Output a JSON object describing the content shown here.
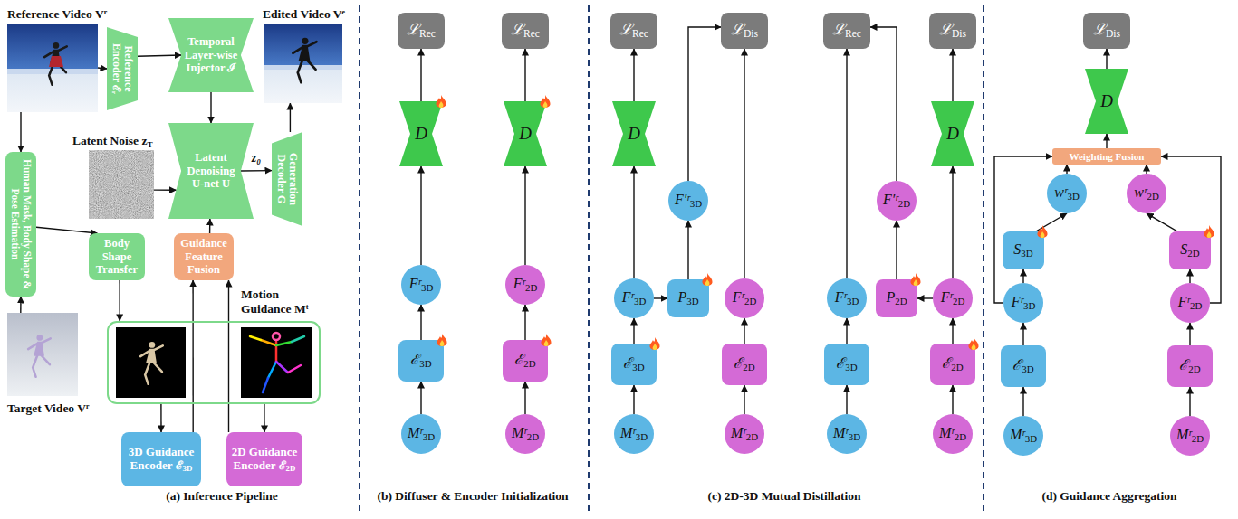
{
  "diagram": {
    "nodes": [
      {
        "text": [
          "Reference Video Vʳ"
        ]
      },
      {
        "text": [
          "Reference Encoder ℰᵣ"
        ]
      },
      {
        "text": [
          "Temporal Layer-wise Injector ℐ"
        ]
      },
      {
        "text": [
          "Edited Video Vᵉ"
        ]
      },
      {
        "text": [
          "Human Mask, Body Shape & Pose Estimation"
        ]
      },
      {
        "text": [
          "Latent Noise zT"
        ]
      },
      {
        "text": [
          "Latent Denoising U-net U"
        ]
      },
      {
        "text": [
          "Generation Decoder G"
        ]
      },
      {
        "text": [
          "Body Shape Transfer"
        ]
      },
      {
        "text": [
          "Guidance Feature Fusion"
        ]
      },
      {
        "text": [
          "Motion Guidance Mᵗ"
        ]
      },
      {
        "text": [
          "Target Video Vʳ"
        ]
      },
      {
        "text": [
          "3D Guidance Encoder ℰ3D"
        ]
      },
      {
        "text": [
          "2D Guidance Encoder ℰ2D"
        ]
      },
      {
        "text": [
          "ℒRec"
        ]
      },
      {
        "text": [
          "ℒRec"
        ]
      },
      {
        "text": [
          "D"
        ]
      },
      {
        "text": [
          "D"
        ]
      },
      {
        "text": [
          "Fʳ3D"
        ]
      },
      {
        "text": [
          "Fʳ2D"
        ]
      },
      {
        "text": [
          "ℰ3D"
        ]
      },
      {
        "text": [
          "ℰ2D"
        ]
      },
      {
        "text": [
          "Mʳ3D"
        ]
      },
      {
        "text": [
          "Mʳ2D"
        ]
      },
      {
        "text": [
          "ℒRec"
        ]
      },
      {
        "text": [
          "ℒDis"
        ]
      },
      {
        "text": [
          "ℒRec"
        ]
      },
      {
        "text": [
          "ℒDis"
        ]
      },
      {
        "text": [
          "D"
        ]
      },
      {
        "text": [
          "D"
        ]
      },
      {
        "text": [
          "F′ʳ3D"
        ]
      },
      {
        "text": [
          "F′ʳ2D"
        ]
      },
      {
        "text": [
          "Fʳ3D"
        ]
      },
      {
        "text": [
          "P3D"
        ]
      },
      {
        "text": [
          "Fʳ2D"
        ]
      },
      {
        "text": [
          "Fʳ3D"
        ]
      },
      {
        "text": [
          "P2D"
        ]
      },
      {
        "text": [
          "Fʳ2D"
        ]
      },
      {
        "text": [
          "ℰ3D"
        ]
      },
      {
        "text": [
          "ℰ2D"
        ]
      },
      {
        "text": [
          "ℰ3D"
        ]
      },
      {
        "text": [
          "ℰ2D"
        ]
      },
      {
        "text": [
          "Mʳ3D"
        ]
      },
      {
        "text": [
          "Mʳ2D"
        ]
      },
      {
        "text": [
          "Mʳ3D"
        ]
      },
      {
        "text": [
          "Mʳ2D"
        ]
      },
      {
        "text": [
          "ℒDis"
        ]
      },
      {
        "text": [
          "D"
        ]
      },
      {
        "text": [
          "Weighting Fusion"
        ]
      },
      {
        "text": [
          "wʳ3D"
        ]
      },
      {
        "text": [
          "wʳ2D"
        ]
      },
      {
        "text": [
          "S3D"
        ]
      },
      {
        "text": [
          "S2D"
        ]
      },
      {
        "text": [
          "Fʳ3D"
        ]
      },
      {
        "text": [
          "Fʳ2D"
        ]
      },
      {
        "text": [
          "ℰ3D"
        ]
      },
      {
        "text": [
          "ℰ2D"
        ]
      },
      {
        "text": [
          "Mʳ3D"
        ]
      },
      {
        "text": [
          "Mʳ2D"
        ]
      }
    ],
    "edges": [
      {
        "from": 0,
        "to": 1,
        "arrow": "to"
      },
      {
        "from": 1,
        "to": 2,
        "arrow": "to"
      },
      {
        "from": 2,
        "to": 6,
        "arrow": "to"
      },
      {
        "from": 5,
        "to": 6,
        "arrow": "to"
      },
      {
        "from": 6,
        "to": 7,
        "label": "z₀",
        "arrow": "to"
      },
      {
        "from": 7,
        "to": 3,
        "arrow": "to"
      },
      {
        "from": 0,
        "to": 4,
        "arrow": "to"
      },
      {
        "from": 11,
        "to": 4,
        "arrow": "to"
      },
      {
        "from": 4,
        "to": 8,
        "arrow": "to"
      },
      {
        "from": 8,
        "to": 10,
        "arrow": "to"
      },
      {
        "from": 10,
        "to": 12,
        "arrow": "to"
      },
      {
        "from": 10,
        "to": 13,
        "arrow": "to"
      },
      {
        "from": 12,
        "to": 9,
        "arrow": "to"
      },
      {
        "from": 13,
        "to": 9,
        "arrow": "to"
      },
      {
        "from": 9,
        "to": 6,
        "arrow": "to"
      },
      {
        "from": 22,
        "to": 20,
        "arrow": "to"
      },
      {
        "from": 20,
        "to": 18,
        "arrow": "to"
      },
      {
        "from": 18,
        "to": 16,
        "arrow": "to"
      },
      {
        "from": 16,
        "to": 14,
        "arrow": "to"
      },
      {
        "from": 23,
        "to": 21,
        "arrow": "to"
      },
      {
        "from": 21,
        "to": 19,
        "arrow": "to"
      },
      {
        "from": 19,
        "to": 17,
        "arrow": "to"
      },
      {
        "from": 17,
        "to": 15,
        "arrow": "to"
      },
      {
        "from": 42,
        "to": 38,
        "arrow": "to"
      },
      {
        "from": 38,
        "to": 32,
        "arrow": "to"
      },
      {
        "from": 32,
        "to": 28,
        "arrow": "to"
      },
      {
        "from": 28,
        "to": 24,
        "arrow": "to"
      },
      {
        "from": 32,
        "to": 33,
        "arrow": "to"
      },
      {
        "from": 33,
        "to": 30,
        "arrow": "to"
      },
      {
        "from": 30,
        "to": 25,
        "arrow": "to"
      },
      {
        "from": 43,
        "to": 39,
        "arrow": "to"
      },
      {
        "from": 39,
        "to": 34,
        "arrow": "to"
      },
      {
        "from": 34,
        "to": 25,
        "arrow": "to"
      },
      {
        "from": 44,
        "to": 40,
        "arrow": "to"
      },
      {
        "from": 40,
        "to": 35,
        "arrow": "to"
      },
      {
        "from": 35,
        "to": 26,
        "arrow": "to"
      },
      {
        "from": 45,
        "to": 41,
        "arrow": "to"
      },
      {
        "from": 41,
        "to": 37,
        "arrow": "to"
      },
      {
        "from": 37,
        "to": 36,
        "arrow": "to"
      },
      {
        "from": 36,
        "to": 31,
        "arrow": "to"
      },
      {
        "from": 31,
        "to": 26,
        "arrow": "to"
      },
      {
        "from": 37,
        "to": 29,
        "arrow": "to"
      },
      {
        "from": 29,
        "to": 27,
        "arrow": "to"
      },
      {
        "from": 57,
        "to": 55,
        "arrow": "to"
      },
      {
        "from": 55,
        "to": 53,
        "arrow": "to"
      },
      {
        "from": 53,
        "to": 51,
        "arrow": "to"
      },
      {
        "from": 51,
        "to": 49,
        "arrow": "to"
      },
      {
        "from": 49,
        "to": 48,
        "arrow": "to"
      },
      {
        "from": 53,
        "to": 48,
        "arrow": "to"
      },
      {
        "from": 58,
        "to": 56,
        "arrow": "to"
      },
      {
        "from": 56,
        "to": 54,
        "arrow": "to"
      },
      {
        "from": 54,
        "to": 52,
        "arrow": "to"
      },
      {
        "from": 52,
        "to": 50,
        "arrow": "to"
      },
      {
        "from": 50,
        "to": 48,
        "arrow": "to"
      },
      {
        "from": 54,
        "to": 48,
        "arrow": "to"
      },
      {
        "from": 48,
        "to": 47,
        "arrow": "to"
      },
      {
        "from": 47,
        "to": 46,
        "arrow": "to"
      }
    ],
    "labels": [
      "(a) Inference Pipeline",
      "(b) Diffuser & Encoder Initialization",
      "(c) 2D-3D Mutual Distillation",
      "(d) Guidance Aggregation"
    ]
  }
}
